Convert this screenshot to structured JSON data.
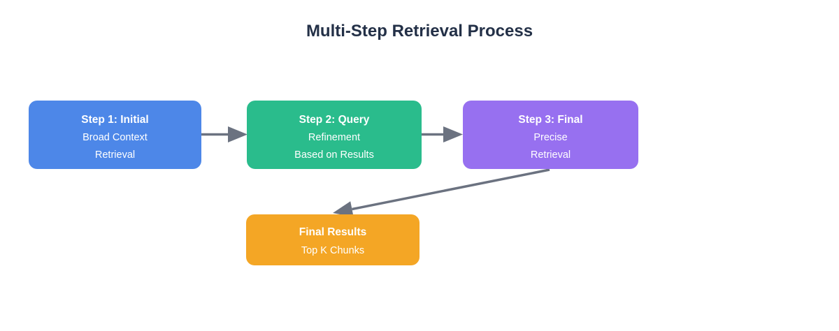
{
  "title": "Multi-Step Retrieval Process",
  "colors": {
    "step1_fill": "#4d87e8",
    "step2_fill": "#2abc8c",
    "step3_fill": "#9770f0",
    "final_fill": "#f4a625",
    "node_text": "#ffffff",
    "title_text": "#233047",
    "arrow": "#6b7280",
    "background": "#ffffff"
  },
  "nodes": [
    {
      "id": "step1",
      "title": "Step 1: Initial",
      "lines": [
        "Broad Context",
        "Retrieval"
      ],
      "fill": "#4d87e8"
    },
    {
      "id": "step2",
      "title": "Step 2: Query",
      "lines": [
        "Refinement",
        "Based on Results"
      ],
      "fill": "#2abc8c"
    },
    {
      "id": "step3",
      "title": "Step 3: Final",
      "lines": [
        "Precise",
        "Retrieval"
      ],
      "fill": "#9770f0"
    },
    {
      "id": "final",
      "title": "Final Results",
      "lines": [
        "Top K Chunks"
      ],
      "fill": "#f4a625"
    }
  ],
  "edges": [
    {
      "from": "step1",
      "to": "step2"
    },
    {
      "from": "step2",
      "to": "step3"
    },
    {
      "from": "step3",
      "to": "final"
    }
  ]
}
